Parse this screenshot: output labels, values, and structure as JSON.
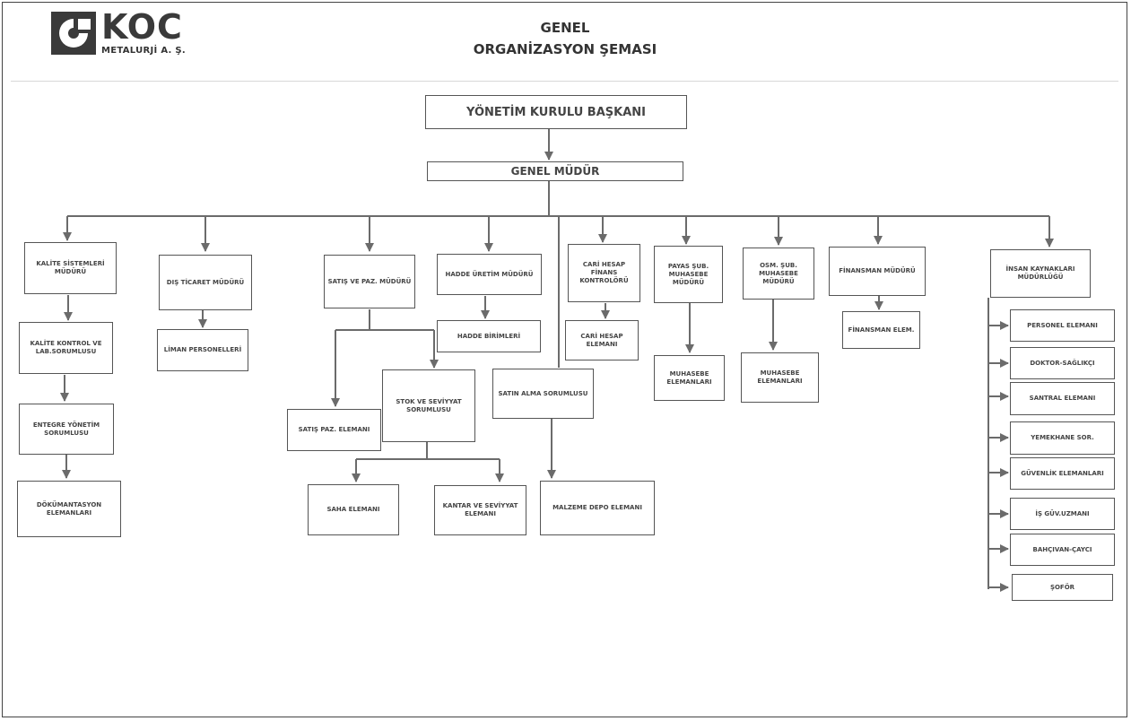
{
  "header": {
    "logo_word": "KOC",
    "logo_sub": "METALURJİ A. Ş.",
    "title_line1": "GENEL",
    "title_line2": "ORGANİZASYON ŞEMASI"
  },
  "org": {
    "chairman": "YÖNETİM KURULU BAŞKANI",
    "general_manager": "GENEL MÜDÜR",
    "quality_manager": "KALİTE SİSTEMLERİ MÜDÜRÜ",
    "quality_control": "KALİTE KONTROL VE LAB.SORUMLUSU",
    "integrated_mgmt": "ENTEGRE YÖNETİM SORUMLUSU",
    "documentation": "DÖKÜMANTASYON ELEMANLARI",
    "foreign_trade_manager": "DIŞ TİCARET MÜDÜRÜ",
    "port_staff": "LİMAN PERSONELLERİ",
    "sales_marketing_manager": "SATIŞ VE PAZ. MÜDÜRÜ",
    "sales_marketing_staff": "SATIŞ PAZ. ELEMANI",
    "stock_officer": "STOK VE SEVİYYAT SORUMLUSU",
    "field_staff": "SAHA ELEMANI",
    "scale_staff": "KANTAR VE SEVİYYAT ELEMANI",
    "rolling_production_manager": "HADDE ÜRETİM MÜDÜRÜ",
    "rolling_units": "HADDE BİRİMLERİ",
    "purchasing_officer": "SATIN ALMA SORUMLUSU",
    "material_depot": "MALZEME DEPO ELEMANI",
    "current_account_controller": "CARİ HESAP FİNANS KONTROLÖRÜ",
    "current_account_staff": "CARİ HESAP ELEMANI",
    "payas_accounting_manager": "PAYAS ŞUB. MUHASEBE MÜDÜRÜ",
    "payas_accounting_staff": "MUHASEBE ELEMANLARI",
    "osm_accounting_manager": "OSM. ŞUB. MUHASEBE MÜDÜRÜ",
    "osm_accounting_staff": "MUHASEBE ELEMANLARI",
    "finance_manager": "FİNANSMAN MÜDÜRÜ",
    "finance_staff": "FİNANSMAN ELEM.",
    "hr_manager": "İNSAN KAYNAKLARI MÜDÜRLÜĞÜ",
    "hr_staff": [
      "PERSONEL ELEMANI",
      "DOKTOR-SAĞLIKÇI",
      "SANTRAL ELEMANI",
      "YEMEKHANE SOR.",
      "GÜVENLİK ELEMANLARI",
      "İŞ GÜV.UZMANI",
      "BAHÇIVAN-ÇAYCI",
      "ŞOFÖR"
    ]
  },
  "colors": {
    "line": "#6b6b6b",
    "box_border": "#555555",
    "text": "#444444"
  }
}
